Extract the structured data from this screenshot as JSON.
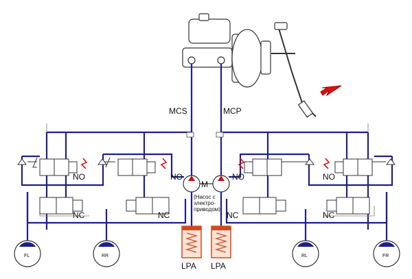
{
  "labels": {
    "mcs": "MCS",
    "mcp": "MCP",
    "motor": "M",
    "motor_caption_1": "(Насос с",
    "motor_caption_2": "электро-",
    "motor_caption_3": "приводом)",
    "no": "NO",
    "nc": "NC",
    "lpa": "LPA",
    "wheels": [
      "FL",
      "RR",
      "RL",
      "FR"
    ]
  },
  "colors": {
    "line": "#1f1f8a",
    "thin": "#444444",
    "accumulator": "#d24a1f",
    "arrow": "#e01010",
    "pump": "#cc1010",
    "valve_body": "#ffffff"
  }
}
